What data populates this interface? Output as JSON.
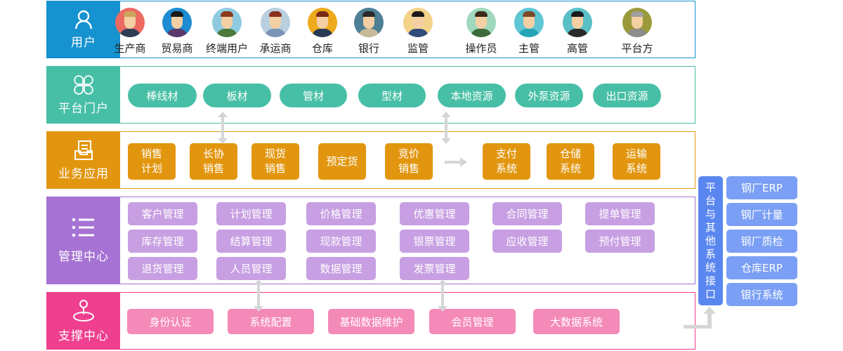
{
  "layers": {
    "users": {
      "label": "用户",
      "icon": "user-icon",
      "color": "#1592cf",
      "items": [
        {
          "name": "生产商",
          "avatar_bg": "#ec6a62",
          "hair": "#c9a45a",
          "body": "#2f3d57"
        },
        {
          "name": "贸易商",
          "avatar_bg": "#1e8bd2",
          "hair": "#1a1a1a",
          "body": "#5b3a6b"
        },
        {
          "name": "终端用户",
          "avatar_bg": "#8fcbe0",
          "hair": "#8b3a1e",
          "body": "#4b7a3c"
        },
        {
          "name": "承运商",
          "avatar_bg": "#b9cfdf",
          "hair": "#8b2e1e",
          "body": "#7b94b5"
        },
        {
          "name": "仓库",
          "avatar_bg": "#eeaa1a",
          "hair": "#7a2a14",
          "body": "#273a55"
        },
        {
          "name": "银行",
          "avatar_bg": "#4d7f95",
          "hair": "#2a2a2a",
          "body": "#c7b99a"
        },
        {
          "name": "监管",
          "avatar_bg": "#f3d28a",
          "hair": "#1a1a1a",
          "body": "#2f4c7a"
        },
        {
          "name": "操作员",
          "avatar_bg": "#9fd8bd",
          "hair": "#3b2b1a",
          "body": "#3f6a3a"
        },
        {
          "name": "主管",
          "avatar_bg": "#5fc6d3",
          "hair": "#7a4a2a",
          "body": "#23a5b5"
        },
        {
          "name": "高管",
          "avatar_bg": "#5bbfc6",
          "hair": "#1a1a1a",
          "body": "#2a2a2a"
        },
        {
          "name": "平台方",
          "avatar_bg": "#9b9a3a",
          "hair": "#a0a0a0",
          "body": "#8c8c8c"
        }
      ]
    },
    "portal": {
      "label": "平台门户",
      "icon": "clover-grid-icon",
      "color": "#47bfa6",
      "items": [
        "棒线材",
        "板材",
        "管材",
        "型材",
        "本地资源",
        "外泵资源",
        "出口资源"
      ]
    },
    "business": {
      "label": "业务应用",
      "icon": "inbox-tray-icon",
      "color": "#e2960f",
      "items": [
        {
          "line1": "销售",
          "line2": "计划"
        },
        {
          "line1": "长协",
          "line2": "销售"
        },
        {
          "line1": "现货",
          "line2": "销售"
        },
        {
          "line1": "预定货",
          "line2": ""
        },
        {
          "line1": "竞价",
          "line2": "销售"
        },
        {
          "line1": "支付",
          "line2": "系统"
        },
        {
          "line1": "仓储",
          "line2": "系统"
        },
        {
          "line1": "运输",
          "line2": "系统"
        }
      ]
    },
    "management": {
      "label": "管理中心",
      "icon": "list-icon",
      "color": "#a672d4",
      "items": [
        "客户管理",
        "计划管理",
        "价格管理",
        "优惠管理",
        "合同管理",
        "提单管理",
        "库存管理",
        "结算管理",
        "现款管理",
        "银票管理",
        "应收管理",
        "预付管理",
        "退货管理",
        "人员管理",
        "数据管理",
        "发票管理"
      ]
    },
    "support": {
      "label": "支撑中心",
      "icon": "location-pin-icon",
      "color": "#ef3f8e",
      "items": [
        "身份认证",
        "系统配置",
        "基础数据维护",
        "会员管理",
        "大数据系统"
      ]
    }
  },
  "interface": {
    "label_chars": [
      "平",
      "台",
      "与",
      "其",
      "他",
      "系",
      "统",
      "接",
      "口"
    ],
    "color": "#5a87ef",
    "items": [
      "钢厂ERP",
      "钢厂计量",
      "钢厂质检",
      "仓库ERP",
      "银行系统"
    ]
  },
  "arrow_color": "#d6d6d6"
}
